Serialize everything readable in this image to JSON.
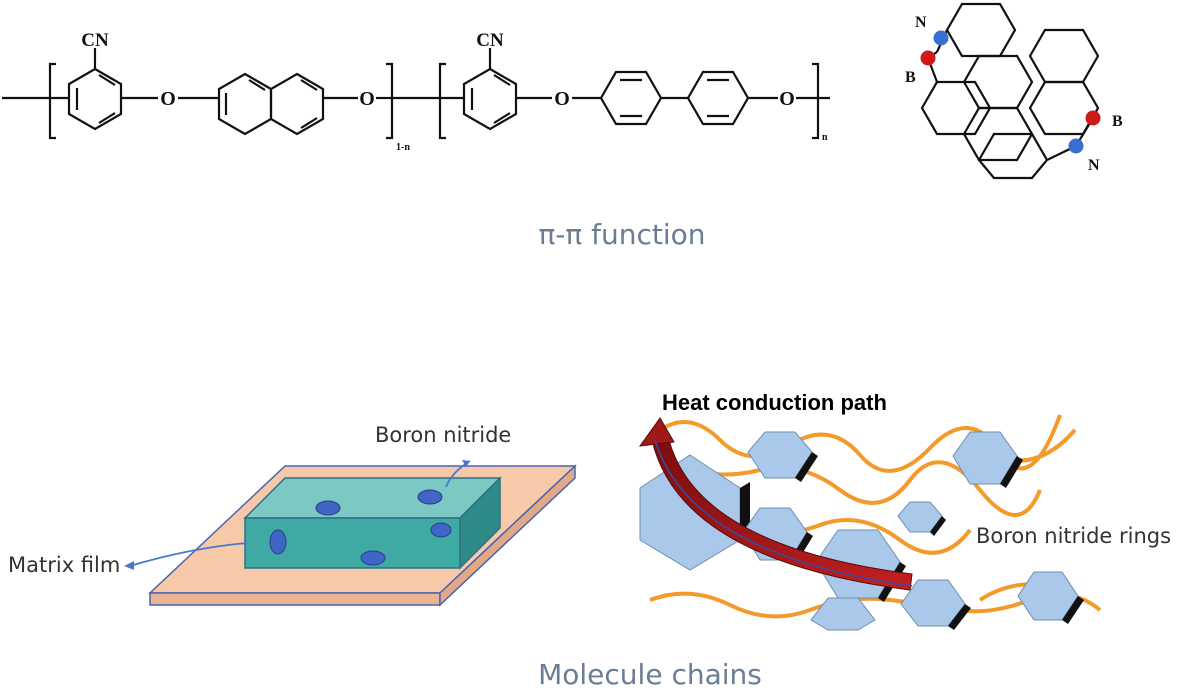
{
  "top": {
    "polymer_labels": {
      "cn_1": "CN",
      "cn_2": "CN",
      "o_1": "O",
      "o_2": "O",
      "o_3": "O",
      "o_4": "O",
      "sub_1": "1-n",
      "sub_2": "n"
    },
    "graphene_labels": {
      "n_top": "N",
      "b_left": "B",
      "b_right": "B",
      "n_bottom": "N"
    },
    "caption": "π-π function"
  },
  "bottom": {
    "boron_nitride_label": "Boron nitride",
    "matrix_film_label": "Matrix film",
    "heat_path_label": "Heat conduction path",
    "rings_label": "Boron nitride rings",
    "caption": "Molecule chains"
  },
  "colors": {
    "film": "#f7c9a8",
    "block": "#6fbfbb",
    "inclusion": "#3f66c4",
    "hexagon": "#a9c8ea",
    "chain": "#f39a2a",
    "arrow": "#a01818",
    "n_atom": "#3a6fcf",
    "b_atom": "#d01a1a"
  }
}
